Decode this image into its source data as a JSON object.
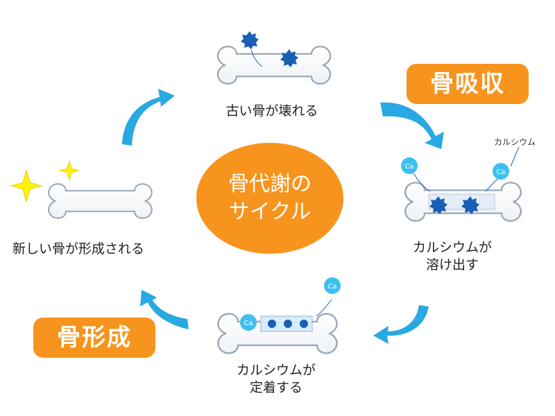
{
  "center": {
    "line1": "骨代謝の",
    "line2": "サイクル"
  },
  "badges": {
    "resorption": "骨吸収",
    "formation": "骨形成"
  },
  "steps": {
    "break": "古い骨が壊れる",
    "dissolve_line1": "カルシウムが",
    "dissolve_line2": "溶け出す",
    "deposit_line1": "カルシウムが",
    "deposit_line2": "定着する",
    "new_bone": "新しい骨が形成される"
  },
  "callout": "カルシウム",
  "ca_symbol": "Ca",
  "colors": {
    "orange": "#f7941d",
    "arrow_blue": "#29a9e1",
    "cell_blue": "#1b5fb5",
    "calcium_blue": "#3cc0f0",
    "sparkle_yellow": "#fff200"
  }
}
